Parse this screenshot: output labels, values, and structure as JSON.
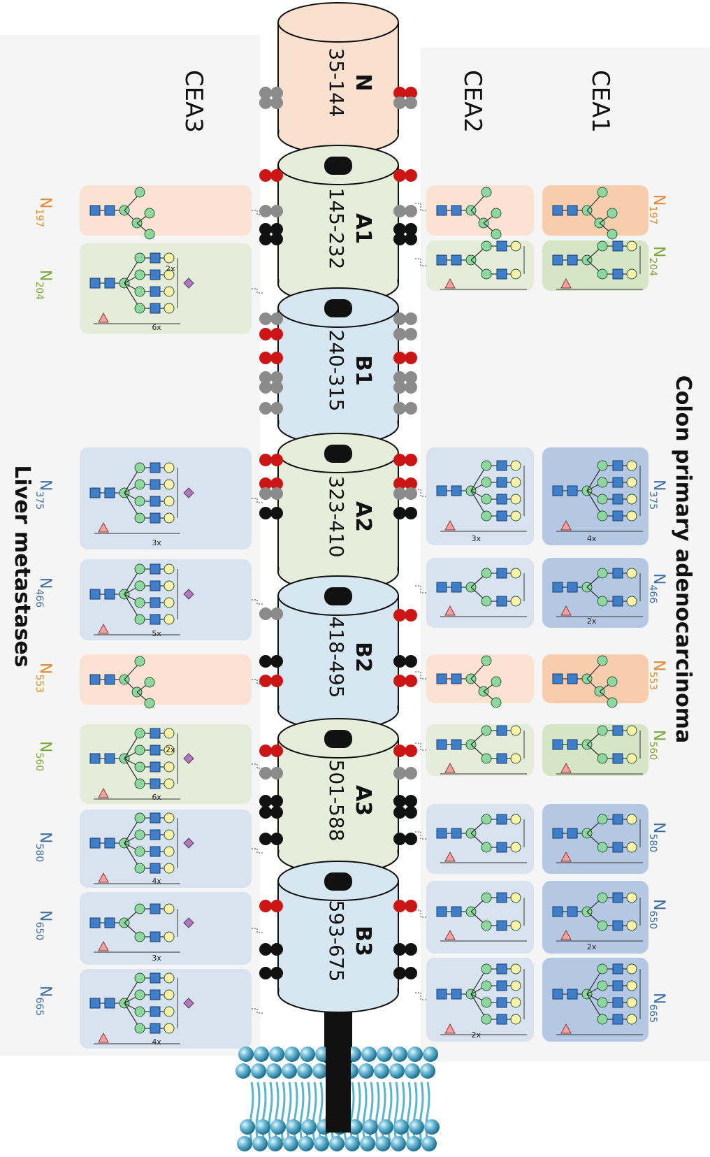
{
  "panels": {
    "left": {
      "label": "Liver metastases",
      "columns": [
        "CEA3"
      ]
    },
    "right": {
      "label": "Colon primary adenocarcinoma",
      "columns": [
        "CEA2",
        "CEA1"
      ]
    }
  },
  "domains": [
    {
      "name": "N",
      "range": "35-144",
      "color": "#f9e0cf"
    },
    {
      "name": "A1",
      "range": "145-232",
      "color": "#e6eedb"
    },
    {
      "name": "B1",
      "range": "240-315",
      "color": "#d7e7f1"
    },
    {
      "name": "A2",
      "range": "323-410",
      "color": "#e6eedb"
    },
    {
      "name": "B2",
      "range": "418-495",
      "color": "#d7e7f1"
    },
    {
      "name": "A3",
      "range": "501-588",
      "color": "#e6eedb"
    },
    {
      "name": "B3",
      "range": "593-675",
      "color": "#d7e7f1"
    }
  ],
  "sites": [
    {
      "label": "N",
      "sub": "197",
      "color": "#e08a30"
    },
    {
      "label": "N",
      "sub": "204",
      "color": "#7fa83a"
    },
    {
      "label": "N",
      "sub": "375",
      "color": "#3f6fa3"
    },
    {
      "label": "N",
      "sub": "466",
      "color": "#3f6fa3"
    },
    {
      "label": "N",
      "sub": "553",
      "color": "#e08a30"
    },
    {
      "label": "N",
      "sub": "560",
      "color": "#7fa83a"
    },
    {
      "label": "N",
      "sub": "580",
      "color": "#3f6fa3"
    },
    {
      "label": "N",
      "sub": "650",
      "color": "#3f6fa3"
    },
    {
      "label": "N",
      "sub": "665",
      "color": "#3f6fa3"
    }
  ],
  "annotations": {
    "cea3_204": [
      "2x",
      "6x"
    ],
    "cea3_375": [
      "3x"
    ],
    "cea3_466": [
      "5x"
    ],
    "cea3_560": [
      "2x",
      "6x"
    ],
    "cea3_580": [
      "4x"
    ],
    "cea3_650": [
      "3x"
    ],
    "cea3_665": [
      "4x"
    ],
    "cea2_375": [
      "3x"
    ],
    "cea2_665": [
      "2x"
    ],
    "cea1_375": [
      "4x"
    ],
    "cea1_466": [
      "2x"
    ],
    "cea1_650": [
      "2x"
    ]
  },
  "colors": {
    "orange_box": "#fbe2d2",
    "orange_box_dark": "#f8cdae",
    "green_box": "#e5ecda",
    "green_box_dark": "#d6e5c6",
    "blue_box": "#d8e3ef",
    "blue_box_dark": "#b4c8e3",
    "glcnac": "#3f7ec8",
    "mannose": "#8ed8a0",
    "galactose": "#fdf1a8",
    "fucose": "#f2a0a0",
    "sialic": "#b07ab8",
    "pair_red": "#cc1616",
    "pair_grey": "#8b8b8b",
    "pair_black": "#111111",
    "membrane": "#4aa3c4"
  },
  "icons": [
    "glycan-tree-icon",
    "membrane-bilayer-icon",
    "site-marker-icon"
  ]
}
